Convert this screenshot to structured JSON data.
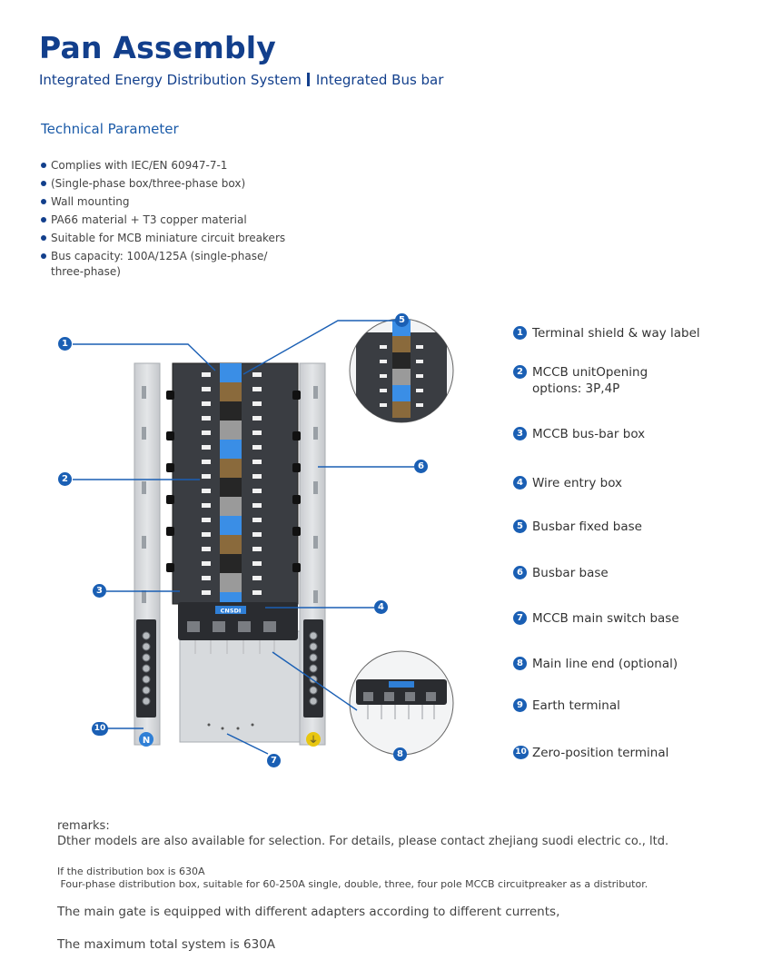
{
  "header": {
    "title": "Pan Assembly",
    "subtitle_left": "Integrated Energy Distribution System",
    "subtitle_right": "Integrated Bus bar"
  },
  "tech": {
    "heading": "Technical Parameter",
    "items": [
      "Complies with IEC/EN 60947-7-1",
      "(Single-phase box/three-phase box)",
      "Wall mounting",
      "PA66 material + T3 copper material",
      "Suitable for MCB miniature circuit breakers",
      "Bus capacity: 100A/125A (single-phase/"
    ],
    "item_cont": "three-phase)"
  },
  "diagram": {
    "brand": "CNSDI",
    "neutral_mark": "N",
    "earth_mark": "⏚"
  },
  "legend": [
    {
      "num": "1",
      "text": "Terminal shield & way label"
    },
    {
      "num": "2",
      "text": "MCCB unitOpening options: 3P,4P"
    },
    {
      "num": "3",
      "text": "MCCB bus-bar box"
    },
    {
      "num": "4",
      "text": "Wire entry box"
    },
    {
      "num": "5",
      "text": "Busbar fixed base"
    },
    {
      "num": "6",
      "text": "Busbar base"
    },
    {
      "num": "7",
      "text": "MCCB main switch base"
    },
    {
      "num": "8",
      "text": "Main line end (optional)"
    },
    {
      "num": "9",
      "text": "Earth terminal"
    },
    {
      "num": "10",
      "text": "Zero-position terminal"
    }
  ],
  "remarks": {
    "label": "remarks:",
    "line1": "Dther models are also available for selection. For details, please contact zhejiang suodi electric co., ltd.",
    "line2": "If the distribution box is 630A",
    "line3": " Four-phase distribution box, suitable for 60-250A single, double, three, four pole MCCB circuitpreaker as a distributor.",
    "line4": "The main gate is equipped with different adapters according to different currents,",
    "line5": "The maximum total system is 630A"
  },
  "colors": {
    "brand_blue": "#123f8c",
    "callout_blue": "#1a5fb4",
    "busbar_blue": "#3a8ee6",
    "busbar_brown": "#8a6a3c",
    "busbar_grey": "#9a9a9a",
    "busbar_black": "#262626"
  }
}
